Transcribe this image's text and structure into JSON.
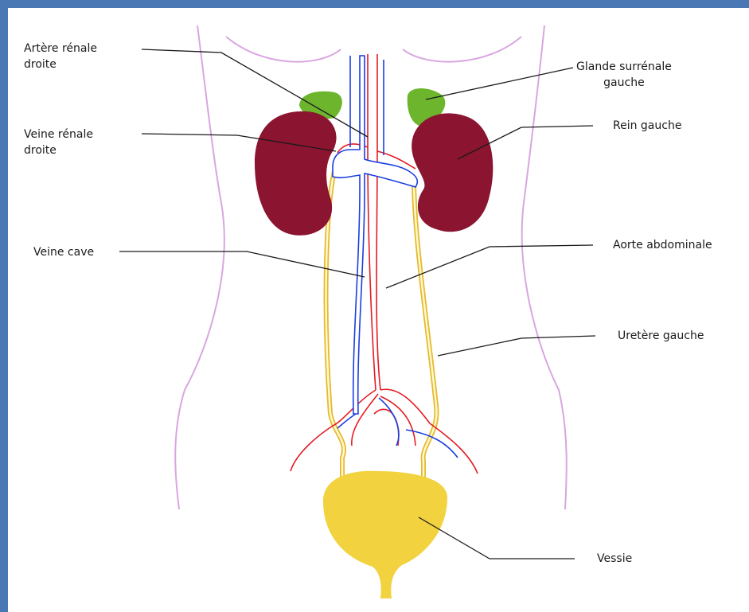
{
  "colors": {
    "frame": "#4a78b4",
    "body_outline": "#d9a6e0",
    "kidney": "#8b1430",
    "adrenal": "#6cb52d",
    "artery": "#e41b23",
    "vein": "#1a3ee0",
    "ureter": "#f4d848",
    "bladder": "#f2d23e",
    "leader": "#1a1a1a"
  },
  "labels": {
    "arteria_renal_right": [
      "Artère rénale",
      "droite"
    ],
    "vein_renal_right": [
      "Veine rénale",
      "droite"
    ],
    "vena_cava": "Veine cave",
    "adrenal_left": [
      "Glande surrénale",
      "gauche"
    ],
    "kidney_left": "Rein gauche",
    "aorta": "Aorte abdominale",
    "ureter_left": "Uretère gauche",
    "bladder": "Vessie"
  }
}
